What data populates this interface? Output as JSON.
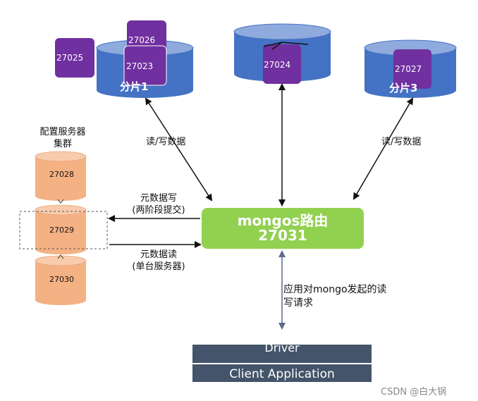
{
  "shards": [
    {
      "label": "分片1",
      "ports": [
        "27025",
        "27026",
        "27023"
      ]
    },
    {
      "label": "",
      "ports": [
        "27024"
      ]
    },
    {
      "label": "分片3",
      "ports": [
        "27027"
      ]
    }
  ],
  "config_servers": {
    "title_line1": "配置服务器",
    "title_line2": "集群",
    "ports": [
      "27028",
      "27029",
      "27030"
    ]
  },
  "arrows": {
    "rw_left": "读/写数据",
    "rw_right": "读/写数据",
    "meta_write_line1": "元数据写",
    "meta_write_line2": "(两阶段提交)",
    "meta_read_line1": "元数据读",
    "meta_read_line2": "(单台服务器)",
    "app_request_line1": "应用对mongo发起的读",
    "app_request_line2": "写请求"
  },
  "router": {
    "line1": "mongos路由",
    "line2": "27031"
  },
  "client": {
    "driver": "Driver",
    "app": "Client Application"
  },
  "watermark": "CSDN @白大锅",
  "colors": {
    "shard_blue": "#4472c4",
    "shard_top": "#8faadc",
    "node_purple": "#7030a0",
    "config_peach": "#f4b183",
    "router_green": "#92d050",
    "client_slate": "#44546a"
  }
}
